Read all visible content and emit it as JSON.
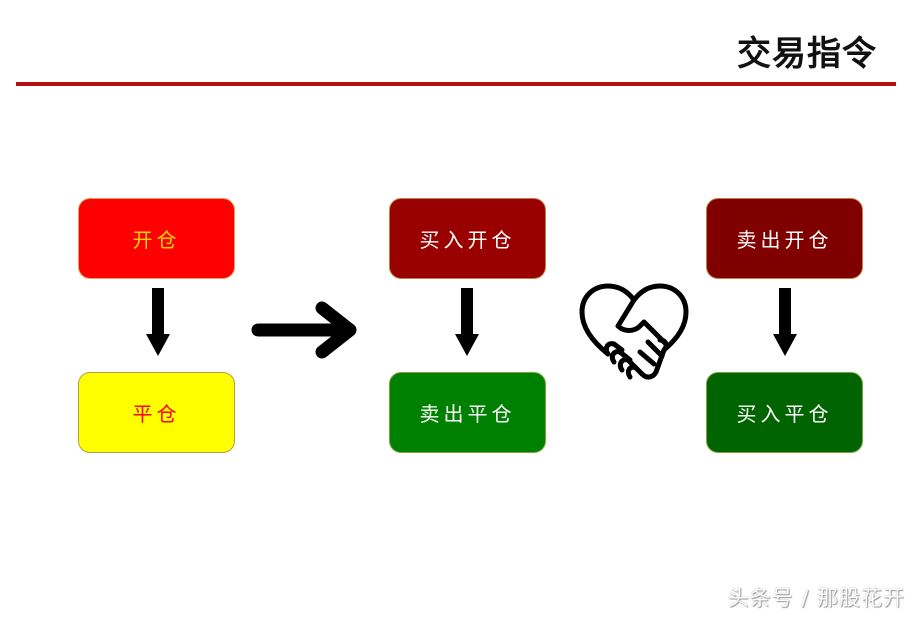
{
  "header": {
    "title": "交易指令",
    "rule_color": "#b01212"
  },
  "columns": [
    {
      "top": {
        "label": "开仓",
        "bg": "#ff0000",
        "text_color": "#ffd400",
        "border": "#e0a060"
      },
      "bottom": {
        "label": "平仓",
        "bg": "#ffff00",
        "text_color": "#ff0000",
        "border": "#b0a040"
      }
    },
    {
      "top": {
        "label": "买入开仓",
        "bg": "#990000",
        "text_color": "#ffffff",
        "border": "#c08040"
      },
      "bottom": {
        "label": "卖出平仓",
        "bg": "#008000",
        "text_color": "#ffffff",
        "border": "#80a040"
      }
    },
    {
      "top": {
        "label": "卖出开仓",
        "bg": "#800000",
        "text_color": "#ffffff",
        "border": "#c08040"
      },
      "bottom": {
        "label": "买入平仓",
        "bg": "#006400",
        "text_color": "#ffffff",
        "border": "#80a040"
      }
    }
  ],
  "connectors": {
    "down_arrow": "down-arrow-icon",
    "right_arrow": "right-arrow-icon",
    "handshake": "handshake-heart-icon"
  },
  "watermark": "头条号 / 那股花开"
}
